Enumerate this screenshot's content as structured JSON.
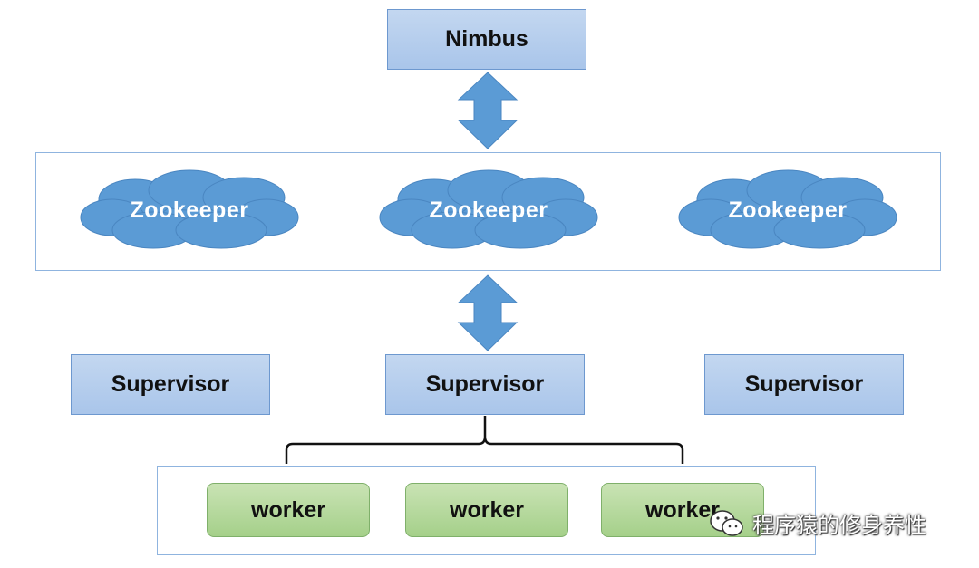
{
  "nimbus": {
    "label": "Nimbus"
  },
  "zookeepers": [
    {
      "label": "Zookeeper"
    },
    {
      "label": "Zookeeper"
    },
    {
      "label": "Zookeeper"
    }
  ],
  "supervisors": [
    {
      "label": "Supervisor"
    },
    {
      "label": "Supervisor"
    },
    {
      "label": "Supervisor"
    }
  ],
  "workers": [
    {
      "label": "worker"
    },
    {
      "label": "worker"
    },
    {
      "label": "worker"
    }
  ],
  "watermark": {
    "text": "程序猿的修身养性"
  },
  "colors": {
    "box_fill": "#a9c5ea",
    "box_border": "#6d98cf",
    "arrow": "#5b9bd5",
    "cloud": "#5b9bd5",
    "worker_fill": "#a9d18e",
    "container_border": "#8fb4df"
  }
}
